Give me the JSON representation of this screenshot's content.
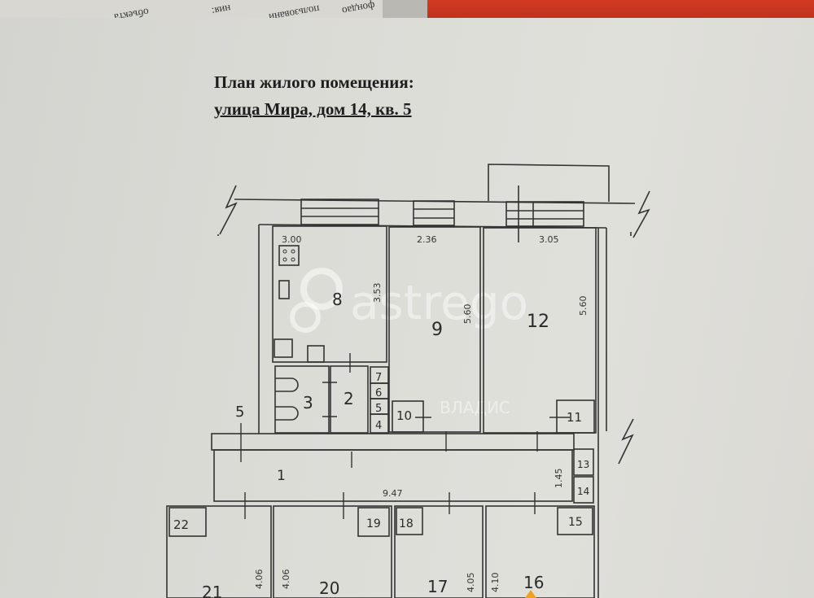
{
  "document": {
    "title_line1": "План жилого помещения:",
    "title_line2": "улица Мира, дом 14, кв. 5"
  },
  "background": {
    "doc_snippets": [
      "фондао",
      "пользовани",
      "ния:",
      "объекта"
    ]
  },
  "watermarks": {
    "astrego": "astrego",
    "vladis": "ВЛАДИС"
  },
  "rooms": [
    {
      "id": "1",
      "label": "1"
    },
    {
      "id": "2",
      "label": "2"
    },
    {
      "id": "3",
      "label": "3"
    },
    {
      "id": "4",
      "label": "4"
    },
    {
      "id": "5",
      "label": "5"
    },
    {
      "id": "6",
      "label": "6"
    },
    {
      "id": "7",
      "label": "7"
    },
    {
      "id": "8",
      "label": "8"
    },
    {
      "id": "9",
      "label": "9"
    },
    {
      "id": "10",
      "label": "10"
    },
    {
      "id": "11",
      "label": "11"
    },
    {
      "id": "12",
      "label": "12"
    },
    {
      "id": "13",
      "label": "13"
    },
    {
      "id": "14",
      "label": "14"
    },
    {
      "id": "15",
      "label": "15"
    },
    {
      "id": "16",
      "label": "16"
    },
    {
      "id": "17",
      "label": "17"
    },
    {
      "id": "18",
      "label": "18"
    },
    {
      "id": "19",
      "label": "19"
    },
    {
      "id": "20",
      "label": "20"
    },
    {
      "id": "21",
      "label": "21"
    },
    {
      "id": "22",
      "label": "22"
    }
  ],
  "dimensions": {
    "room8_width": "3.00",
    "room8_length": "3.53",
    "room9_width": "2.36",
    "room9_length": "5.60",
    "room12_width": "3.05",
    "room12_length": "5.60",
    "corridor_length": "9.47",
    "corridor_width": "1.45",
    "room21_length": "4.06",
    "room20_length": "4.06",
    "room17_length": "4.05",
    "room16_length": "4.10"
  }
}
